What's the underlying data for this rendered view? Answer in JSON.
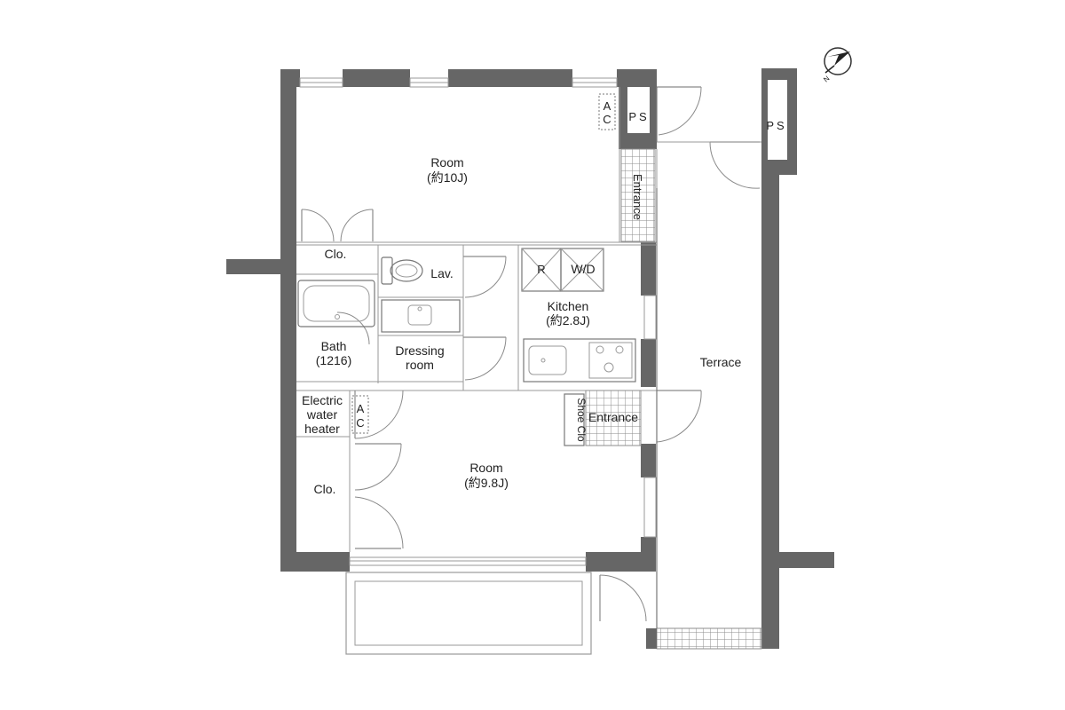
{
  "labels": {
    "room_top": "Room",
    "room_top_size": "(約10J)",
    "room_bottom": "Room",
    "room_bottom_size": "(約9.8J)",
    "kitchen": "Kitchen",
    "kitchen_size": "(約2.8J)",
    "lav": "Lav.",
    "bath": "Bath",
    "bath_size": "(1216)",
    "dressing_line1": "Dressing",
    "dressing_line2": "room",
    "closet_top": "Clo.",
    "closet_bottom": "Clo.",
    "electric_line1": "Electric",
    "electric_line2": "water",
    "electric_line3": "heater",
    "ac_top_a": "A",
    "ac_top_c": "C",
    "ac_mid_a": "A",
    "ac_mid_c": "C",
    "ps_left": "PS",
    "ps_right": "PS",
    "entrance_top": "Entrance",
    "entrance_mid": "Entrance",
    "shoe_clo": "Shoe Clo",
    "refrigerator": "R",
    "washer_dryer": "W/D",
    "terrace": "Terrace"
  },
  "compass": {
    "letter": "N"
  },
  "colors": {
    "wall": "#666666",
    "line": "#9a9a9a",
    "text": "#222222"
  }
}
